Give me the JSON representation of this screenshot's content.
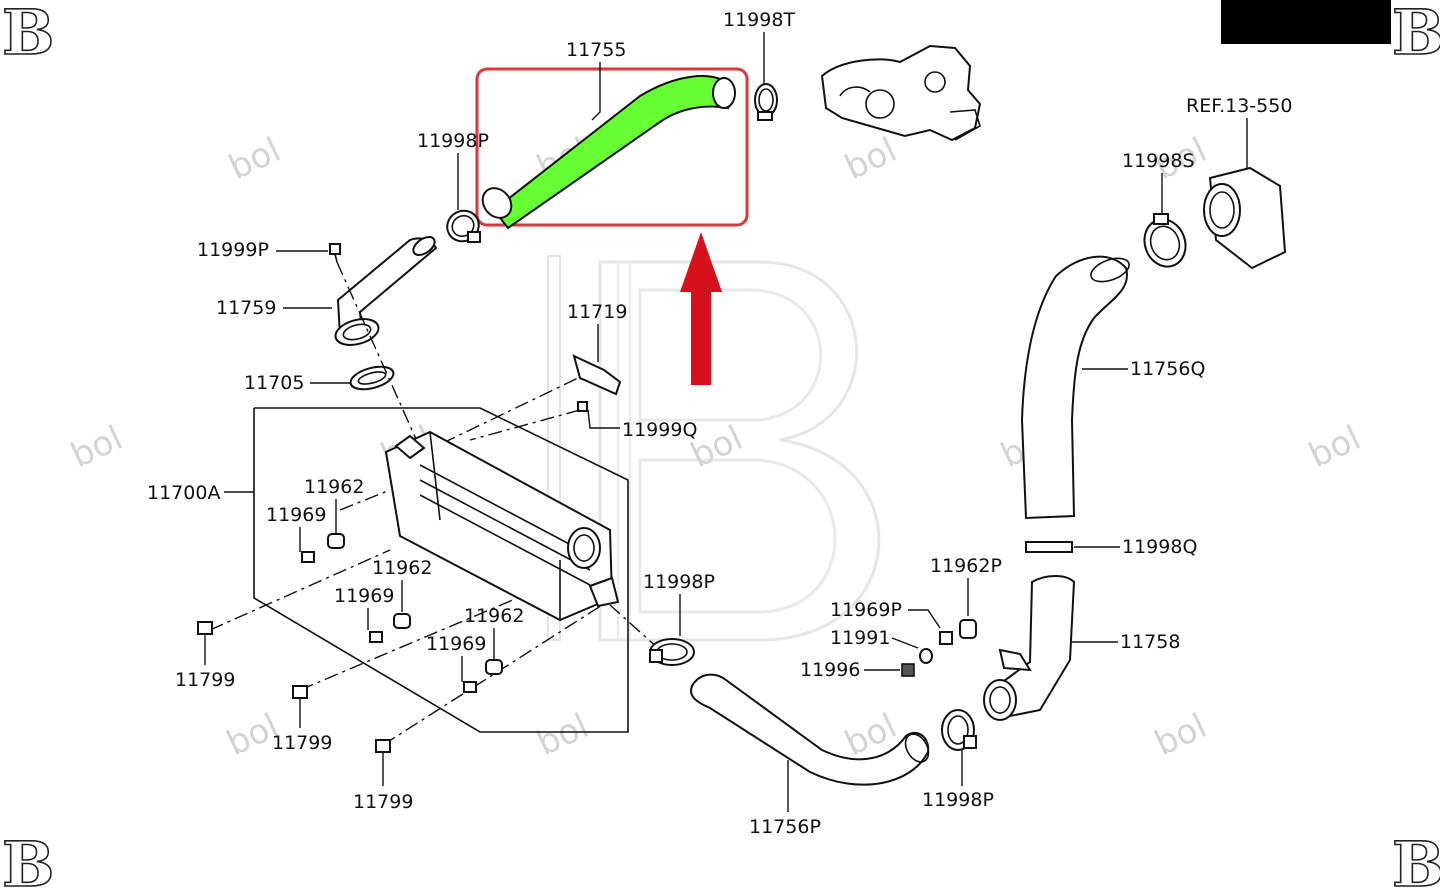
{
  "parts": {
    "p11755": "11755",
    "p11998T": "11998T",
    "p11998P_top": "11998P",
    "p11999P": "11999P",
    "p11759": "11759",
    "p11705": "11705",
    "p11719": "11719",
    "p11999Q": "11999Q",
    "p11700A": "11700A",
    "p11962_a": "11962",
    "p11969_a": "11969",
    "p11962_b": "11962",
    "p11969_b": "11969",
    "p11962_c": "11962",
    "p11969_c": "11969",
    "p11799_a": "11799",
    "p11799_b": "11799",
    "p11799_c": "11799",
    "ref": "REF.13-550",
    "p11998S": "11998S",
    "p11756Q": "11756Q",
    "p11998Q": "11998Q",
    "p11962P": "11962P",
    "p11969P": "11969P",
    "p11991": "11991",
    "p11996": "11996",
    "p11758": "11758",
    "p11998P_mid": "11998P",
    "p11998P_bot": "11998P",
    "p11756P": "11756P"
  },
  "watermark": "bol",
  "brand_letter": "B",
  "colors": {
    "highlight_hose": "#66ff33",
    "highlight_box": "#d9383d",
    "arrow": "#d6111b"
  }
}
